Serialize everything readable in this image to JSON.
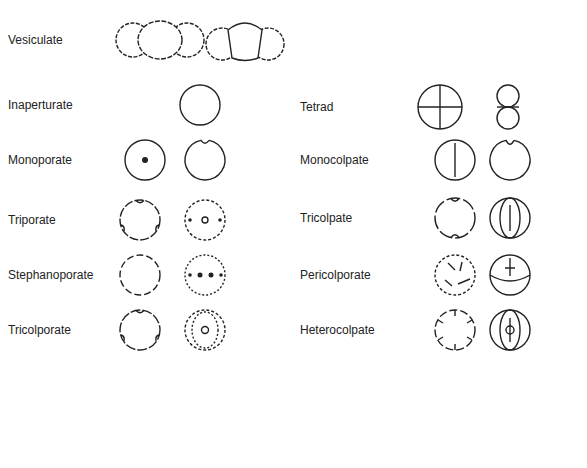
{
  "diagram": {
    "labels": [
      "Vesiculate",
      "Inaperturate",
      "Tetrad",
      "Monoporate",
      "Monocolpate",
      "Triporate",
      "Tricolpate",
      "Stephanoporate",
      "Pericolporate",
      "Tricolporate",
      "Heterocolpate"
    ]
  }
}
